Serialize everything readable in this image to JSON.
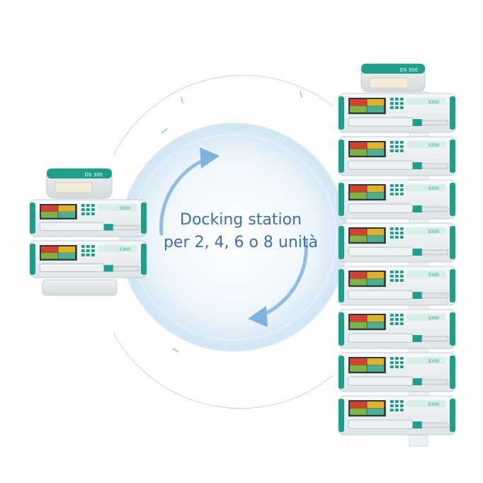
{
  "caption": {
    "line1": "Docking station",
    "line2": "per 2, 4, 6 o 8 unità"
  },
  "stations": {
    "left_label": "DS 300",
    "right_label": "DS 300"
  },
  "pumps": {
    "model_label": "S300",
    "left_count": 2,
    "right_count": 8
  },
  "colors": {
    "accent": "#1f9e8a",
    "text": "#3a6fb2",
    "ring": "#d7ebf6",
    "arrow": "#6aa6d8"
  }
}
